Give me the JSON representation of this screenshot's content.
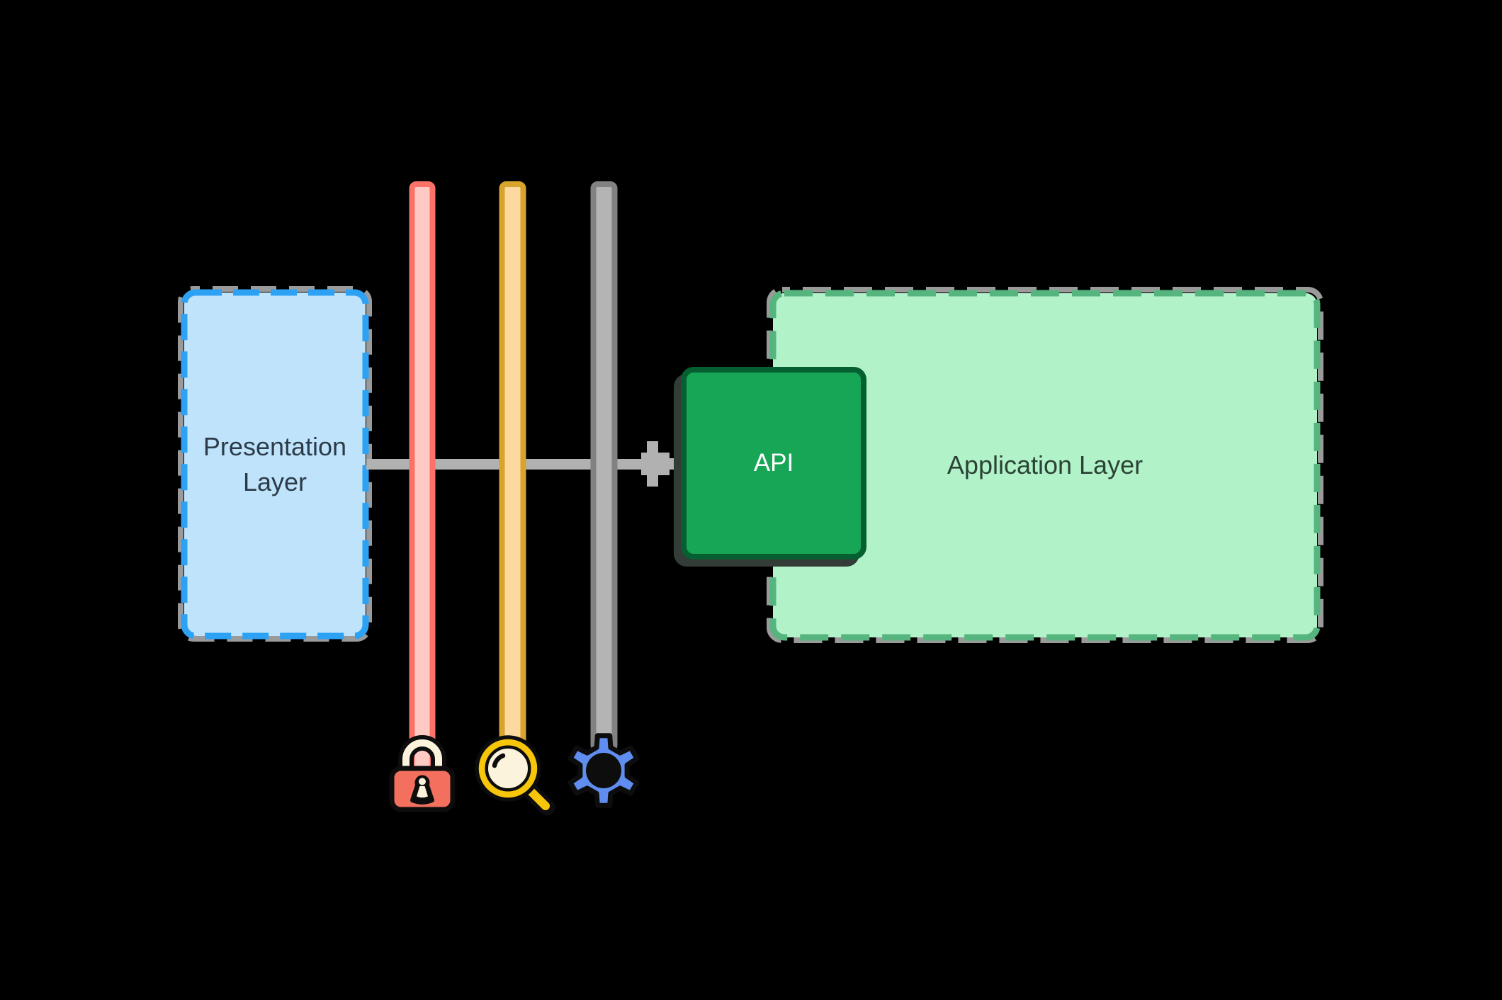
{
  "diagram": {
    "title": "layered-architecture-flow",
    "background_color": "#000000",
    "nodes": {
      "presentation": {
        "label": "Presentation Layer",
        "fill": "#bee3fa",
        "border": "#2da1f4",
        "border_style": "dashed",
        "shadow_dash_color": "#9a9a9a",
        "text_color": "#2d3b49"
      },
      "api": {
        "label": "API",
        "fill": "#17a656",
        "border": "#065f30",
        "text_color": "#ffffff"
      },
      "application": {
        "label": "Application Layer",
        "fill": "#b1f2c9",
        "border": "#56b57e",
        "border_style": "dashed",
        "shadow_dash_color": "#9a9a9a",
        "text_color": "#2b4334"
      }
    },
    "arrow": {
      "direction": "left-to-right",
      "from": "presentation",
      "to": "api",
      "color": "#b1b1b1"
    },
    "pillars": [
      {
        "name": "security",
        "icon": "lock-icon",
        "bar_fill": "#ffc9c4",
        "bar_border": "#fa7268",
        "icon_body_color": "#f4705e",
        "icon_detail_color": "#fcf3dd"
      },
      {
        "name": "search",
        "icon": "magnifying-glass-icon",
        "bar_fill": "#fbd9a1",
        "bar_border": "#d8a42c",
        "icon_body_color": "#f7c60a",
        "icon_detail_color": "#fcf3dd"
      },
      {
        "name": "settings",
        "icon": "gear-icon",
        "bar_fill": "#b4b4b4",
        "bar_border": "#828282",
        "icon_body_color": "#5f8ef0",
        "icon_detail_color": "#0d0d0d"
      }
    ]
  }
}
